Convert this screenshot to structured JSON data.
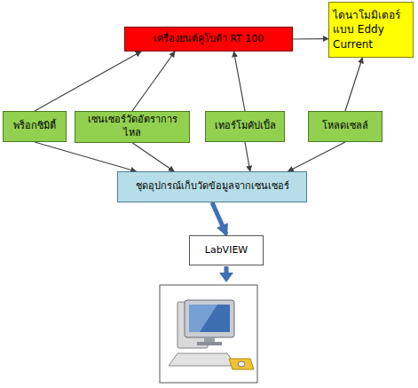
{
  "diagram": {
    "nodes": [
      {
        "text": [
          "เครื่องยนต์คูโบต้า RT 100"
        ]
      },
      {
        "text": [
          "ไดนาโมมิเตอร์แบบ Eddy Current"
        ]
      },
      {
        "text": [
          "พร็อกซิมิตี้"
        ]
      },
      {
        "text": [
          "เซนเซอร์วัดอัตราการไหล"
        ]
      },
      {
        "text": [
          "เทอร์โมคัปเปิ้ล"
        ]
      },
      {
        "text": [
          "โหลดเซลล์"
        ]
      },
      {
        "text": [
          "ชุดอุปกรณ์เก็บวัดข้อมูลจากเซนเซอร์"
        ]
      },
      {
        "text": [
          "LabVIEW"
        ]
      }
    ],
    "edges": [
      {
        "from": 0,
        "to": 1,
        "arrow": "to"
      },
      {
        "from": 2,
        "to": 0,
        "arrow": "to"
      },
      {
        "from": 3,
        "to": 0,
        "arrow": "to"
      },
      {
        "from": 4,
        "to": 0,
        "arrow": "to"
      },
      {
        "from": 5,
        "to": 1,
        "arrow": "to"
      },
      {
        "from": 2,
        "to": 6,
        "arrow": "to"
      },
      {
        "from": 3,
        "to": 6,
        "arrow": "to"
      },
      {
        "from": 4,
        "to": 6,
        "arrow": "to"
      },
      {
        "from": 5,
        "to": 6,
        "arrow": "to"
      },
      {
        "from": 6,
        "to": 7,
        "arrow": "to"
      }
    ]
  }
}
